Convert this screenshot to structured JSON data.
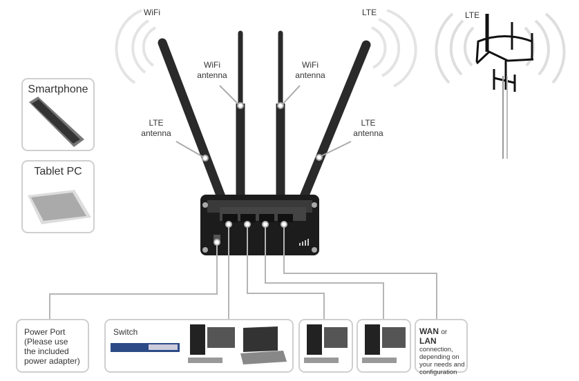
{
  "signals": {
    "wifi_label": "WiFi",
    "lte_label": "LTE",
    "tower_label": "LTE"
  },
  "antennas": [
    {
      "id": "lte-left",
      "label_line1": "LTE",
      "label_line2": "antenna"
    },
    {
      "id": "wifi-left",
      "label_line1": "WiFi",
      "label_line2": "antenna"
    },
    {
      "id": "wifi-right",
      "label_line1": "WiFi",
      "label_line2": "antenna"
    },
    {
      "id": "lte-right",
      "label_line1": "LTE",
      "label_line2": "antenna"
    }
  ],
  "clients": [
    {
      "title": "Smartphone",
      "icon": "smartphone-icon"
    },
    {
      "title": "Tablet PC",
      "icon": "tablet-icon"
    }
  ],
  "devices": {
    "power": {
      "lines": [
        "Power Port",
        "(Please use",
        "the included",
        "power adapter)"
      ]
    },
    "switch": {
      "title": "Switch"
    },
    "wan": {
      "bold1": "WAN",
      "or": "or",
      "bold2": "LAN",
      "lines": [
        "connection,",
        "depending on",
        "your needs and",
        "configuration"
      ]
    }
  },
  "colors": {
    "connector_line": "#b5b5b5",
    "box_border": "#cfcfcf",
    "router_body": "#1c1c1c",
    "switch_blue": "#2c4a86"
  }
}
